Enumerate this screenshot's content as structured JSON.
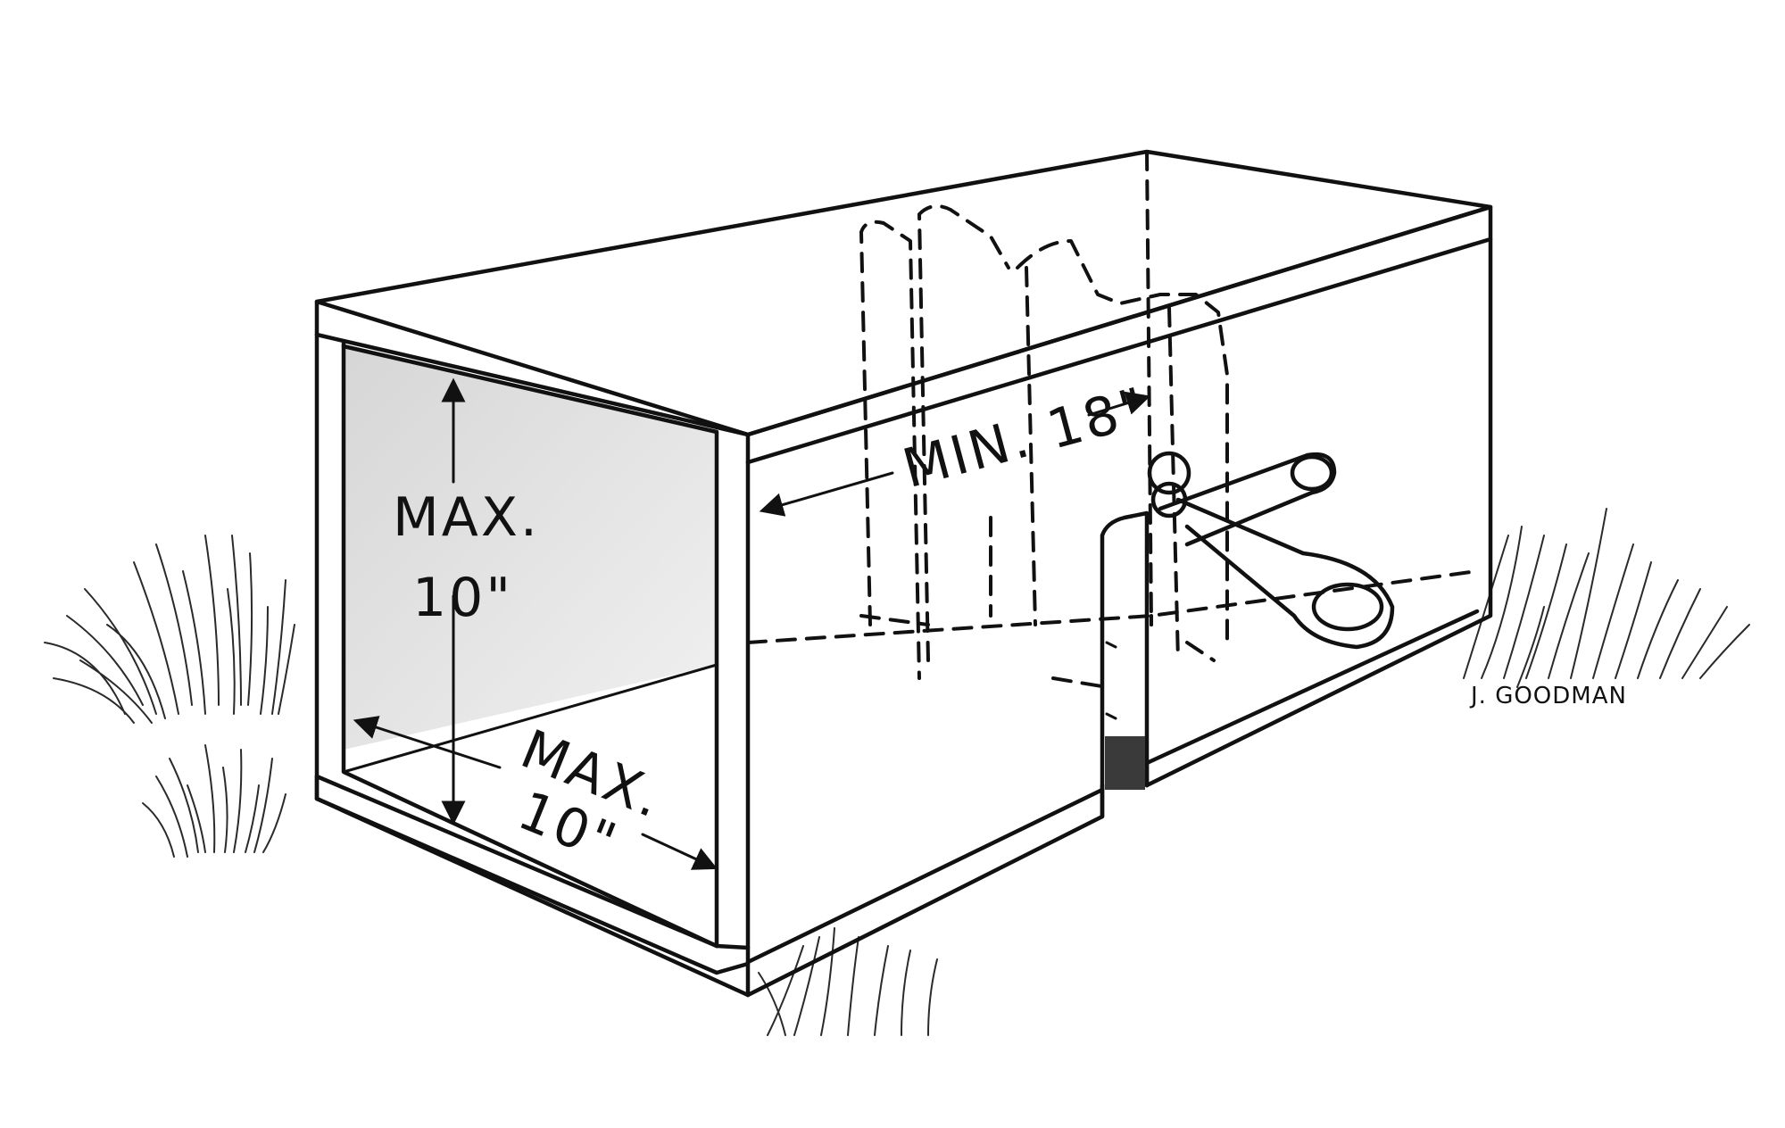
{
  "labels": {
    "height_line1": "MAX.",
    "height_line2": "10\"",
    "width_line1": "MAX.",
    "width_line2": "10\"",
    "length": "MIN. 18\"",
    "signature": "J. GOODMAN"
  }
}
